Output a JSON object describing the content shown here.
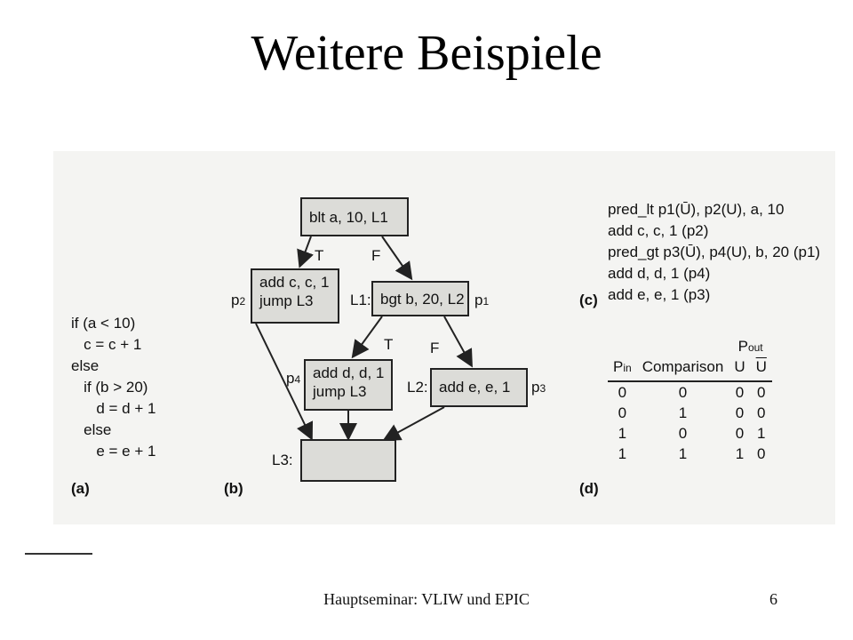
{
  "title": "Weitere Beispiele",
  "footer": "Hauptseminar: VLIW und EPIC",
  "page_number": "6",
  "panel_a": {
    "label": "(a)",
    "lines": [
      "if (a < 10)",
      "   c = c + 1",
      "else",
      "   if (b > 20)",
      "      d = d + 1",
      "   else",
      "      e = e + 1"
    ]
  },
  "panel_b": {
    "label": "(b)",
    "node_top": "blt a, 10, L1",
    "node_left_1": "add c, c, 1",
    "node_left_2": "jump L3",
    "node_mid": "bgt b, 20, L2",
    "node_d_1": "add d, d, 1",
    "node_d_2": "jump L3",
    "node_e": "add e, e, 1",
    "label_l1": "L1:",
    "label_l2": "L2:",
    "label_l3": "L3:",
    "t1": "T",
    "f1": "F",
    "t2": "T",
    "f2": "F",
    "p1": "p",
    "p1_sub": "1",
    "p2": "p",
    "p2_sub": "2",
    "p3": "p",
    "p3_sub": "3",
    "p4": "p",
    "p4_sub": "4"
  },
  "panel_c": {
    "label": "(c)",
    "lines": [
      "pred_lt p1(Ū), p2(U), a, 10",
      "add c, c, 1 (p2)",
      "pred_gt p3(Ū), p4(U), b, 20 (p1)",
      "add d, d, 1 (p4)",
      "add e, e, 1 (p3)"
    ]
  },
  "panel_d": {
    "label": "(d)",
    "pout": "P",
    "pout_sub": "out",
    "pin": "P",
    "pin_sub": "in",
    "comparison": "Comparison",
    "u": "U",
    "ubar": "U",
    "rows": [
      [
        "0",
        "0",
        "0",
        "0"
      ],
      [
        "0",
        "1",
        "0",
        "0"
      ],
      [
        "1",
        "0",
        "0",
        "1"
      ],
      [
        "1",
        "1",
        "1",
        "0"
      ]
    ]
  }
}
